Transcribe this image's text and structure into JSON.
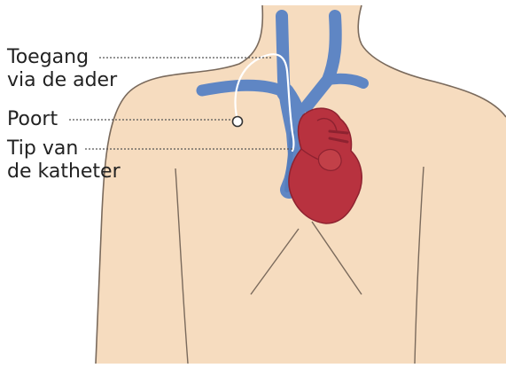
{
  "labels": {
    "access_line1": "Toegang",
    "access_line2": "via de ader",
    "port": "Poort",
    "tip_line1": "Tip van",
    "tip_line2": "de katheter"
  },
  "colors": {
    "skin": "#f6dcbf",
    "skin_outline": "#6b5d52",
    "vein": "#5f86c4",
    "vein_dark": "#3e6aab",
    "heart": "#b8323f",
    "heart_dark": "#8e2230",
    "catheter": "#ffffff",
    "leader": "#555555"
  },
  "icons": [
    "heart-icon",
    "port-icon",
    "catheter-icon",
    "vein-icon"
  ]
}
